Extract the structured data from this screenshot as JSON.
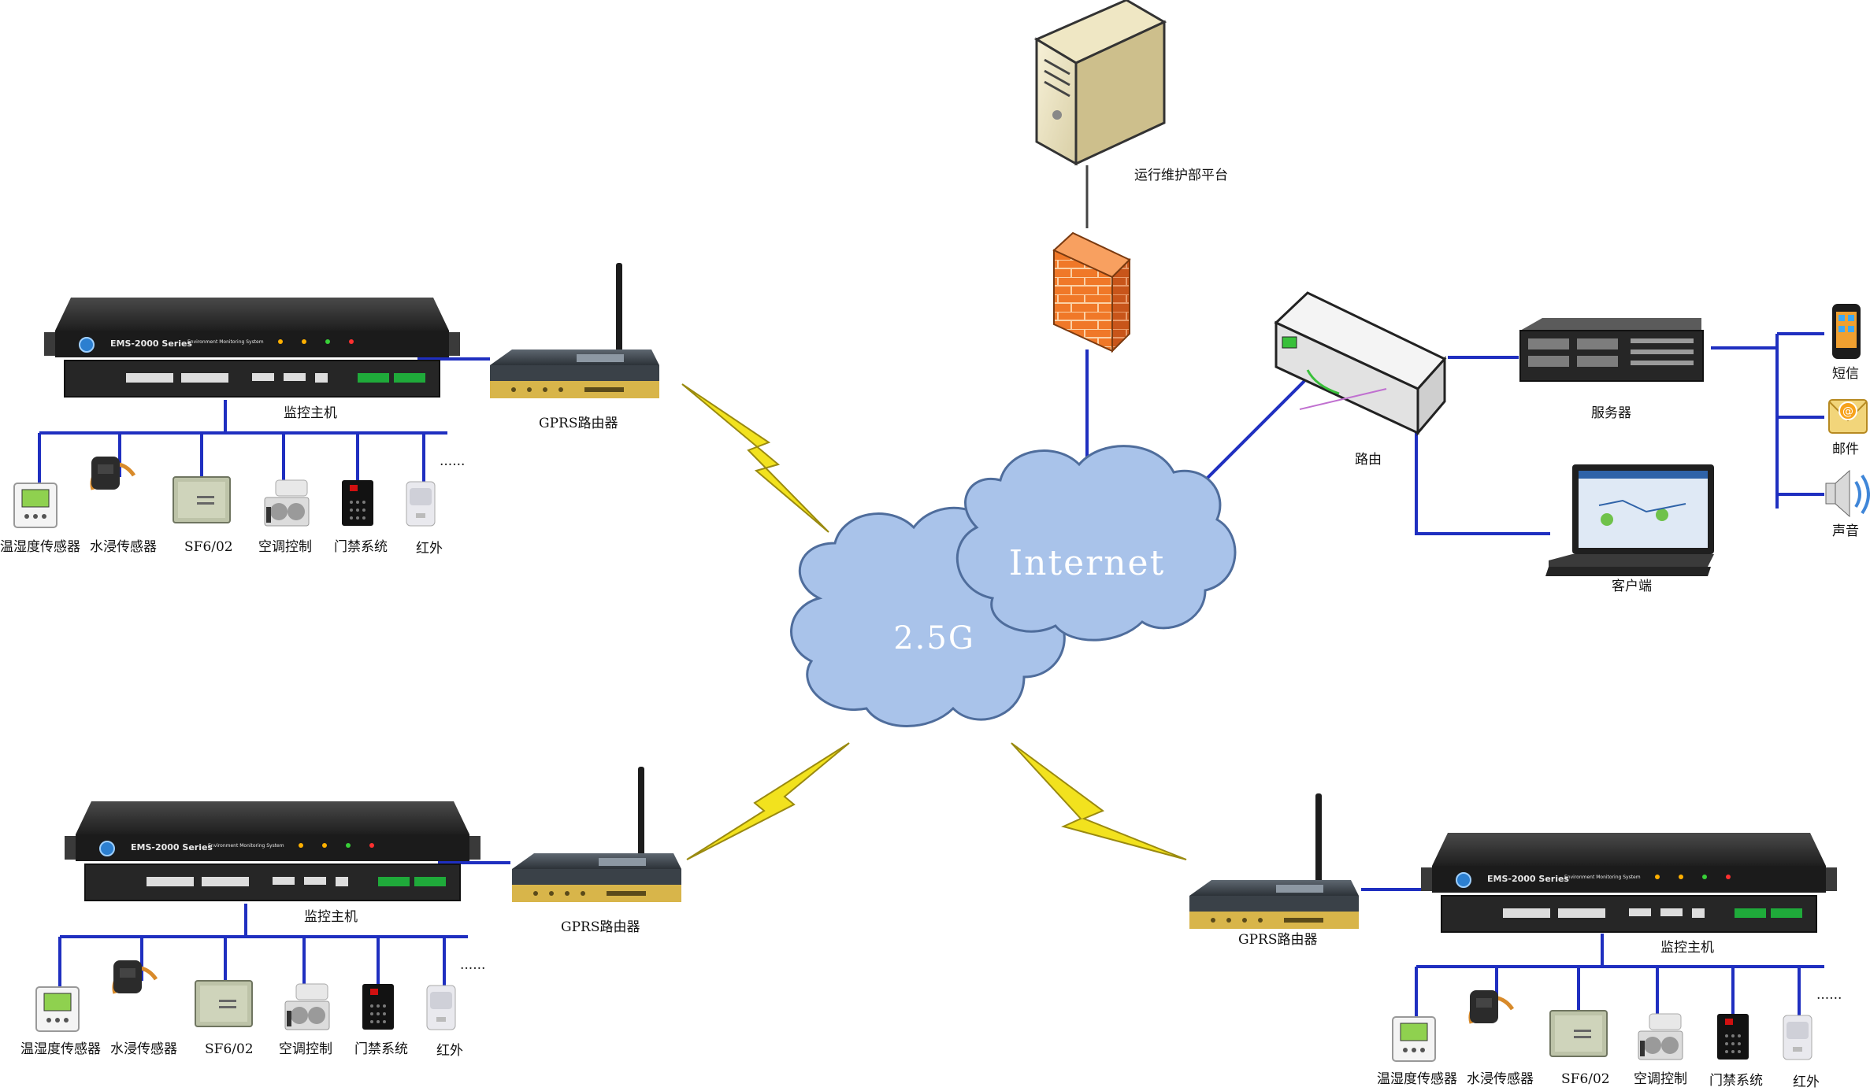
{
  "clouds": {
    "network_25g": "2.5G",
    "internet": "Internet"
  },
  "platform": {
    "label": "运行维护部平台"
  },
  "router": {
    "label": "路由"
  },
  "server": {
    "label": "服务器"
  },
  "client": {
    "label": "客户端"
  },
  "alerts": {
    "sms": "短信",
    "mail": "邮件",
    "sound": "声音"
  },
  "sites": [
    {
      "host_label": "监控主机",
      "host_brand": "EMS-2000 Series",
      "host_sub": "Environment Monitoring System",
      "gprs_label": "GPRS路由器",
      "sensors": [
        "温湿度传感器",
        "水浸传感器",
        "SF6/02",
        "空调控制",
        "门禁系统",
        "红外"
      ],
      "more": "......"
    },
    {
      "host_label": "监控主机",
      "host_brand": "EMS-2000 Series",
      "host_sub": "Environment Monitoring System",
      "gprs_label": "GPRS路由器",
      "sensors": [
        "温湿度传感器",
        "水浸传感器",
        "SF6/02",
        "空调控制",
        "门禁系统",
        "红外"
      ],
      "more": "......"
    },
    {
      "host_label": "监控主机",
      "host_brand": "EMS-2000 Series",
      "host_sub": "Environment Monitoring System",
      "gprs_label": "GPRS路由器",
      "sensors": [
        "温湿度传感器",
        "水浸传感器",
        "SF6/02",
        "空调控制",
        "门禁系统",
        "红外"
      ],
      "more": "......"
    }
  ],
  "colors": {
    "line": "#1f2fc0",
    "cloud": "#a9c3ea",
    "cloud_edge": "#4f6d9c",
    "bolt": "#f2e21e",
    "firewall": "#f07828",
    "device": "#2b2b2b"
  }
}
